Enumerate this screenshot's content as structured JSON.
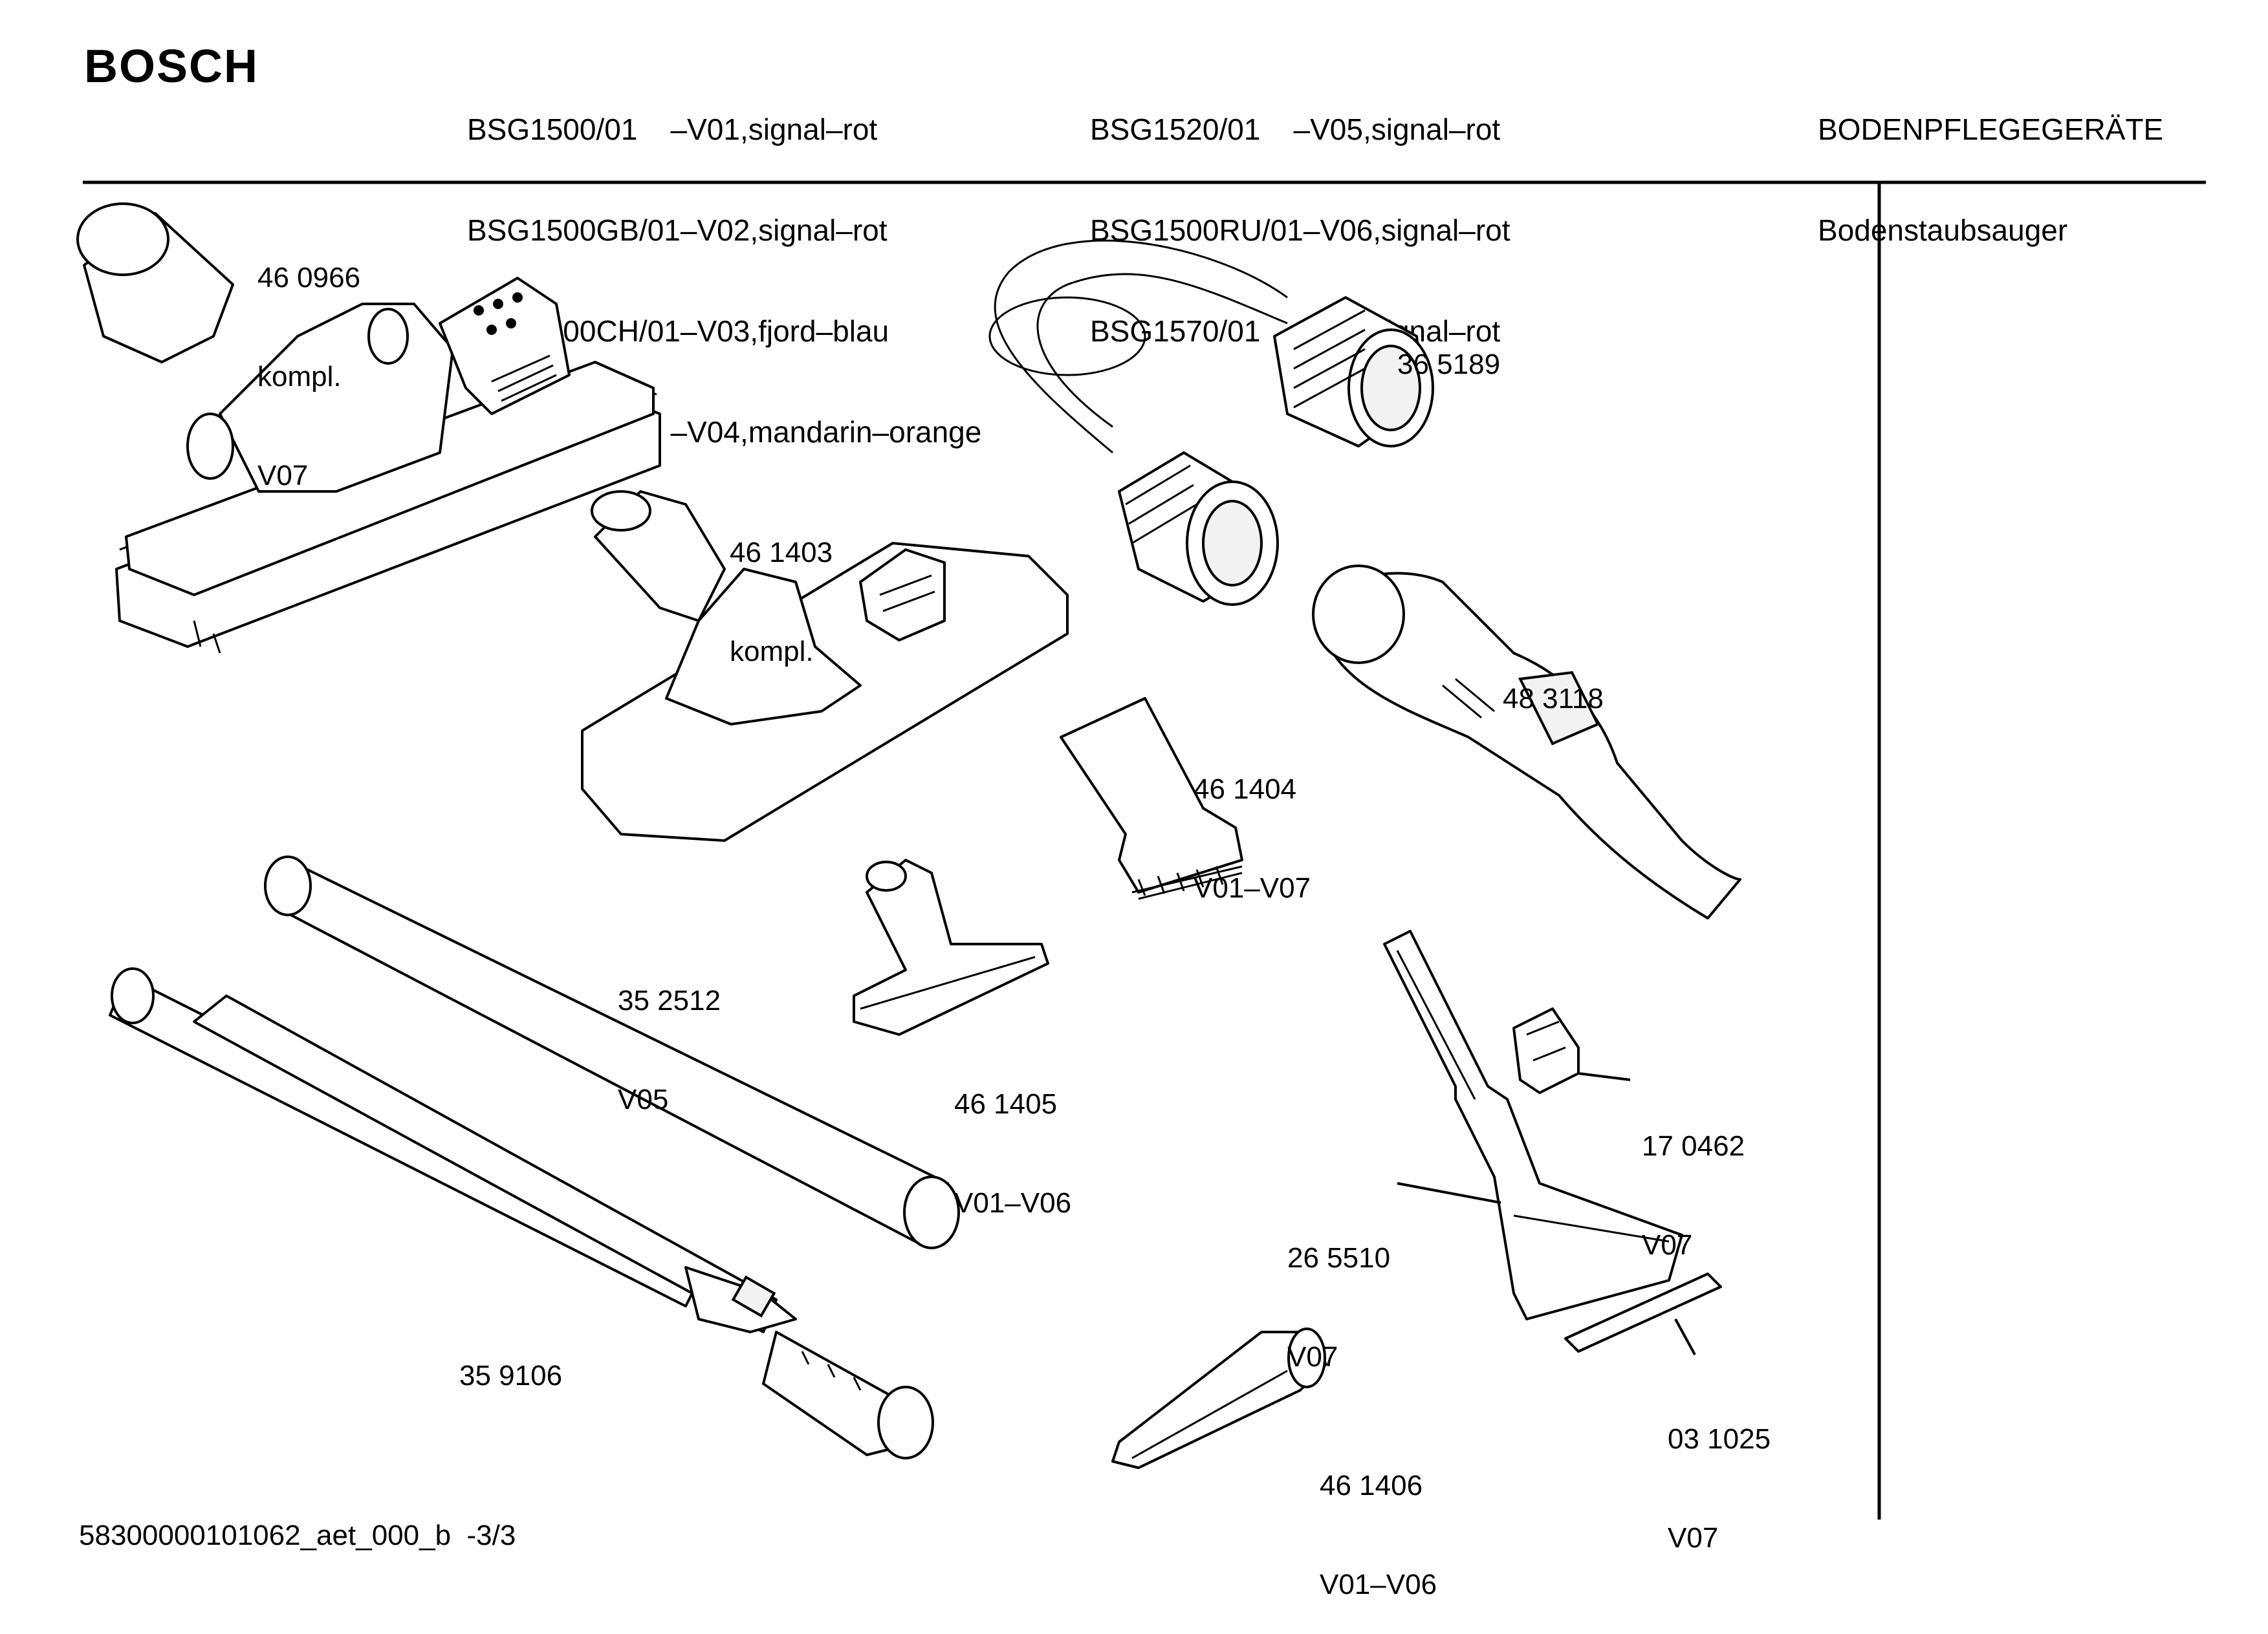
{
  "header": {
    "brand": "BOSCH",
    "models_col1": [
      "BSG1500/01    –V01,signal–rot",
      "BSG1500GB/01–V02,signal–rot",
      "BSG1500CH/01–V03,fjord–blau",
      "BSG1501/01    –V04,mandarin–orange"
    ],
    "models_col2": [
      "BSG1520/01    –V05,signal–rot",
      "BSG1500RU/01–V06,signal–rot",
      "BSG1570/01    –V07,signal–rot"
    ],
    "category": "BODENPFLEGEGERÄTE",
    "subcategory": "Bodenstaubsauger"
  },
  "parts": [
    {
      "id": "p460966",
      "number": "46 0966",
      "note1": "kompl.",
      "note2": "V07",
      "icon": "floor-nozzle-icon"
    },
    {
      "id": "p461403",
      "number": "46 1403",
      "note1": "kompl.",
      "note2": "",
      "icon": "floor-nozzle-icon"
    },
    {
      "id": "p365189",
      "number": "36 5189",
      "note1": "",
      "note2": "",
      "icon": "suction-hose-icon"
    },
    {
      "id": "p483118",
      "number": "48 3118",
      "note1": "",
      "note2": "",
      "icon": "handle-icon"
    },
    {
      "id": "p461404",
      "number": "46 1404",
      "note1": "V01–V07",
      "note2": "",
      "icon": "brush-nozzle-icon"
    },
    {
      "id": "p352512",
      "number": "35 2512",
      "note1": "V05",
      "note2": "",
      "icon": "tube-icon"
    },
    {
      "id": "p461405",
      "number": "46 1405",
      "note1": "V01–V06",
      "note2": "",
      "icon": "upholstery-nozzle-icon"
    },
    {
      "id": "p170462",
      "number": "17 0462",
      "note1": "V07",
      "note2": "",
      "icon": "clip-icon"
    },
    {
      "id": "p265510",
      "number": "26 5510",
      "note1": "V07",
      "note2": "",
      "icon": "turbo-nozzle-icon"
    },
    {
      "id": "p359106",
      "number": "35 9106",
      "note1": "",
      "note2": "",
      "icon": "telescopic-tube-icon"
    },
    {
      "id": "p031025",
      "number": "03 1025",
      "note1": "V07",
      "note2": "",
      "icon": "strip-icon"
    },
    {
      "id": "p461406",
      "number": "46 1406",
      "note1": "V01–V06",
      "note2": "",
      "icon": "crevice-nozzle-icon"
    }
  ],
  "footer": {
    "doc_id": "58300000101062_aet_000_b  -3/3"
  }
}
